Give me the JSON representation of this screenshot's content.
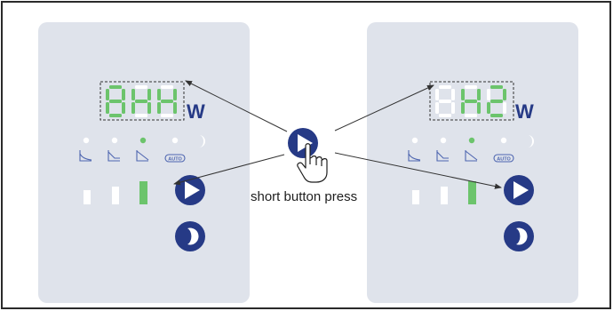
{
  "colors": {
    "panel": "#dfe3eb",
    "seg_on": "#6cc46c",
    "seg_off": "#ffffff",
    "navy": "#263a86",
    "mode_icon": "#4e66b0",
    "bar_on": "#6cc46c",
    "bar_off": "#ffffff",
    "arrow": "#333333"
  },
  "caption": "short button press",
  "panels": [
    {
      "unit": "W",
      "digits": [
        {
          "on": [
            "a",
            "b",
            "c",
            "d",
            "e",
            "f",
            "g"
          ]
        },
        {
          "on": [
            "b",
            "c",
            "e",
            "f",
            "g"
          ]
        },
        {
          "on": [
            "b",
            "c",
            "e",
            "f",
            "g"
          ]
        }
      ],
      "mode_leds": [
        false,
        false,
        true,
        false
      ],
      "bars": [
        false,
        false,
        true
      ],
      "auto_label": "AUTO"
    },
    {
      "unit": "W",
      "digits": [
        {
          "on": []
        },
        {
          "on": [
            "b",
            "c",
            "e",
            "f",
            "g"
          ]
        },
        {
          "on": [
            "a",
            "b",
            "d",
            "e",
            "g"
          ]
        }
      ],
      "mode_leds": [
        false,
        false,
        true,
        false
      ],
      "bars": [
        false,
        false,
        true
      ],
      "auto_label": "AUTO"
    }
  ]
}
